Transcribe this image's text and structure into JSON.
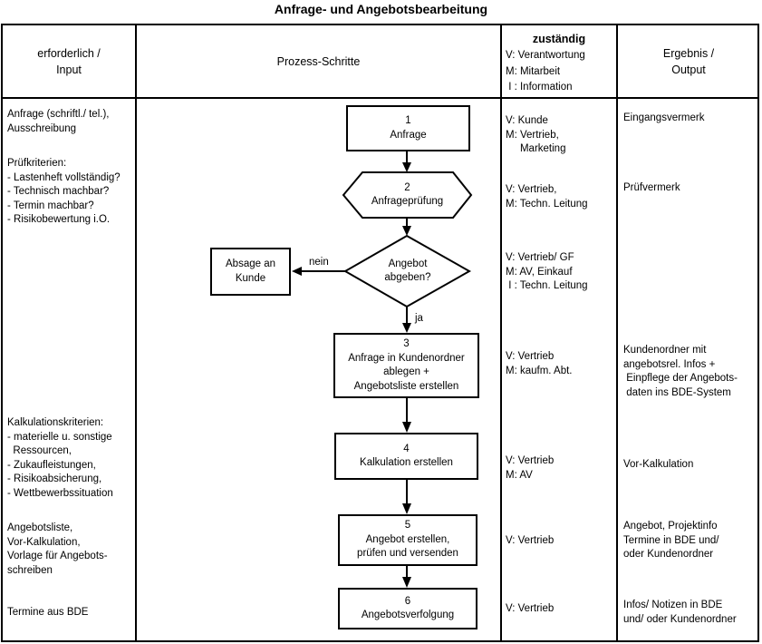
{
  "title": "Anfrage- und Angebotsbearbeitung",
  "header": {
    "input": "erforderlich /\nInput",
    "process": "Prozess-Schritte",
    "responsible_title": "zuständig",
    "responsible_legend": "V: Verantwortung\nM: Mitarbeit\n I : Information",
    "output": "Ergebnis /\nOutput"
  },
  "flow": {
    "step1": {
      "num": "1",
      "label": "Anfrage"
    },
    "step2": {
      "num": "2",
      "label": "Anfrageprüfung"
    },
    "decision": {
      "label": "Angebot\nabgeben?",
      "no_label": "nein",
      "yes_label": "ja"
    },
    "reject": {
      "label": "Absage an\nKunde"
    },
    "step3": {
      "num": "3",
      "label": "Anfrage in Kundenordner\nablegen +\nAngebotsliste erstellen"
    },
    "step4": {
      "num": "4",
      "label": "Kalkulation erstellen"
    },
    "step5": {
      "num": "5",
      "label": "Angebot erstellen,\nprüfen und versenden"
    },
    "step6": {
      "num": "6",
      "label": "Angebotsverfolgung"
    }
  },
  "inputs": [
    "Anfrage (schriftl./ tel.),\nAusschreibung",
    "Prüfkriterien:\n- Lastenheft vollständig?\n- Technisch machbar?\n- Termin machbar?\n- Risikobewertung i.O.",
    "Kalkulationskriterien:\n- materielle u. sonstige\n  Ressourcen,\n- Zukaufleistungen,\n- Risikoabsicherung,\n- Wettbewerbssituation",
    "Angebotsliste,\nVor-Kalkulation,\nVorlage für Angebots-\nschreiben",
    "Termine aus BDE"
  ],
  "responsibilities": [
    "V: Kunde\nM: Vertrieb,\n     Marketing",
    "V: Vertrieb,\nM: Techn. Leitung",
    "V: Vertrieb/ GF\nM: AV, Einkauf\n I : Techn. Leitung",
    "V: Vertrieb\nM: kaufm. Abt.",
    "V: Vertrieb\nM: AV",
    "V: Vertrieb",
    "V: Vertrieb"
  ],
  "outputs": [
    "Eingangsvermerk",
    "Prüfvermerk",
    "Kundenordner mit\nangebotsrel. Infos +\n Einpflege der Angebots-\n daten ins BDE-System",
    "Vor-Kalkulation",
    "Angebot, Projektinfo\nTermine in BDE und/\noder Kundenordner",
    "Infos/ Notizen in BDE\nund/ oder Kundenordner"
  ]
}
